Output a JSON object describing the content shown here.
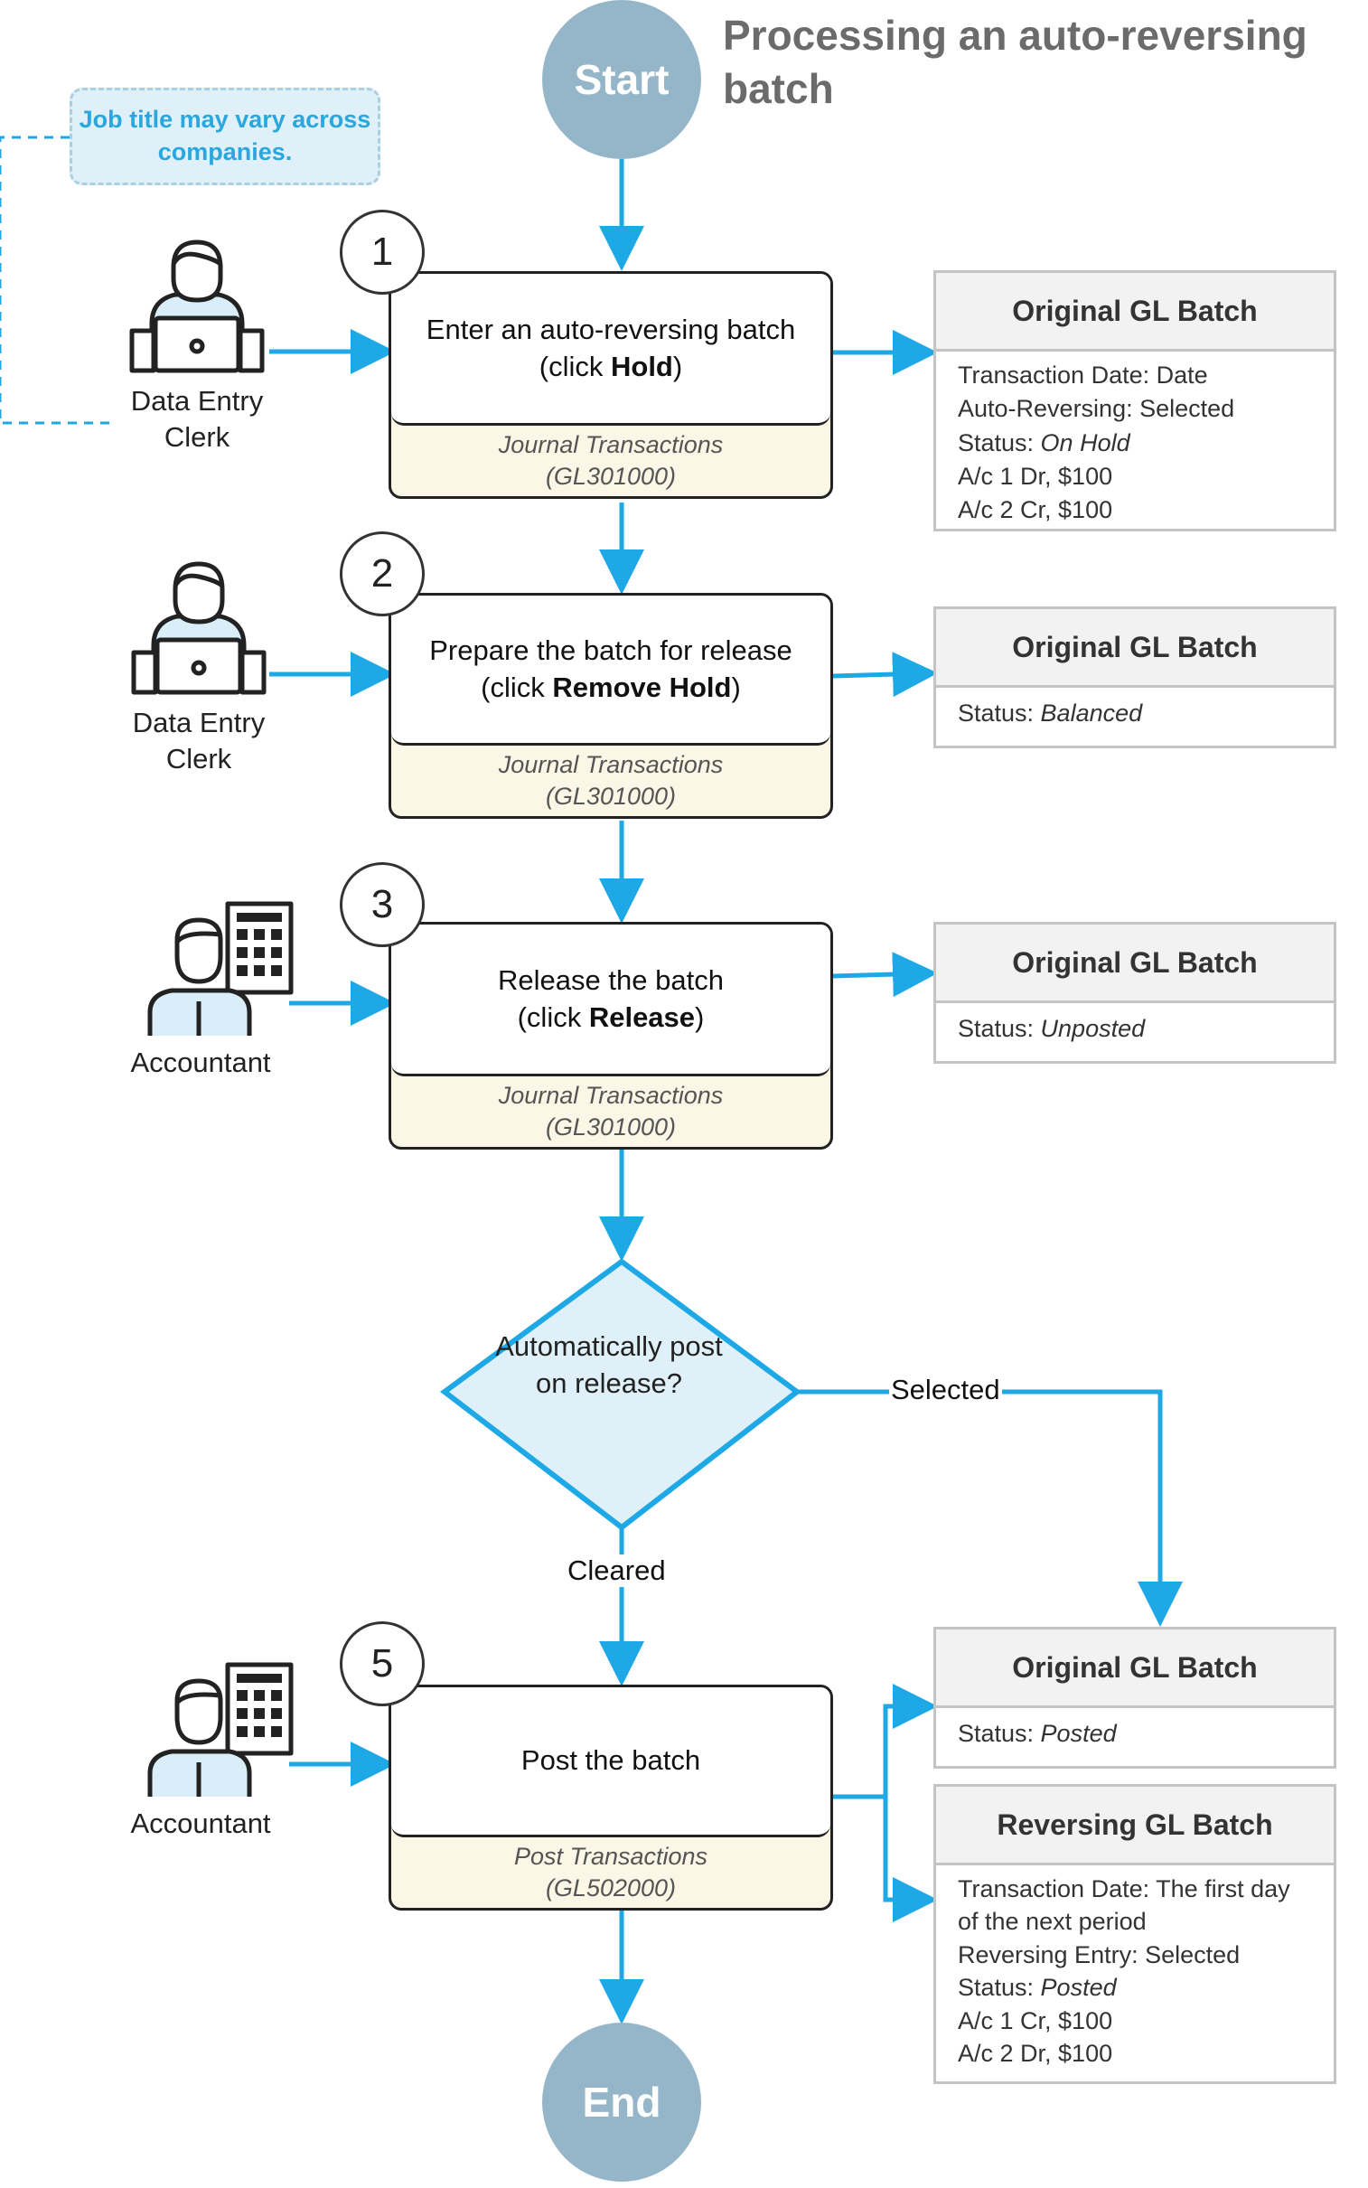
{
  "title": "Processing an auto-reversing batch",
  "start_label": "Start",
  "end_label": "End",
  "note": "Job title may vary across companies.",
  "steps": [
    {
      "number": "1",
      "pre": "Enter an auto-reversing batch",
      "action_pre": "(click ",
      "action_bold": "Hold",
      "action_post": ")",
      "form": "Journal Transactions",
      "form_id": "(GL301000)"
    },
    {
      "number": "2",
      "pre": "Prepare the batch for release",
      "action_pre": "(click ",
      "action_bold": "Remove Hold",
      "action_post": ")",
      "form": "Journal Transactions",
      "form_id": "(GL301000)"
    },
    {
      "number": "3",
      "pre": "Release the batch",
      "action_pre": "(click ",
      "action_bold": "Release",
      "action_post": ")",
      "form": "Journal Transactions",
      "form_id": "(GL301000)"
    },
    {
      "number": "5",
      "pre": "Post the batch",
      "form": "Post Transactions",
      "form_id": "(GL502000)"
    }
  ],
  "actors": [
    {
      "line1": "Data Entry",
      "line2": "Clerk"
    },
    {
      "line1": "Data Entry",
      "line2": "Clerk"
    },
    {
      "line1": "Accountant"
    },
    {
      "line1": "Accountant"
    }
  ],
  "decision": {
    "line1": "Automatically post",
    "line2": "on release?",
    "yes_label": "Selected",
    "no_label": "Cleared"
  },
  "batches": [
    {
      "header": "Original GL Batch",
      "rows": [
        {
          "label": "Transaction Date: ",
          "value": "Date",
          "italic": false
        },
        {
          "label": "Auto-Reversing: ",
          "value": "Selected",
          "italic": false
        },
        {
          "label": "Status: ",
          "value": "On Hold",
          "italic": true
        },
        {
          "label": "A/c 1 Dr, $100",
          "value": "",
          "italic": false
        },
        {
          "label": "A/c 2 Cr, $100",
          "value": "",
          "italic": false
        }
      ]
    },
    {
      "header": "Original GL Batch",
      "rows": [
        {
          "label": "Status: ",
          "value": "Balanced",
          "italic": true
        }
      ]
    },
    {
      "header": "Original GL Batch",
      "rows": [
        {
          "label": "Status: ",
          "value": "Unposted",
          "italic": true
        }
      ]
    },
    {
      "header": "Original GL Batch",
      "rows": [
        {
          "label": "Status: ",
          "value": "Posted",
          "italic": true
        }
      ]
    },
    {
      "header": "Reversing GL Batch",
      "rows": [
        {
          "label": "Transaction Date: The first day",
          "value": "",
          "italic": false
        },
        {
          "label": "of the next period",
          "value": "",
          "italic": false
        },
        {
          "label": "Reversing Entry: ",
          "value": "Selected",
          "italic": false
        },
        {
          "label": "Status: ",
          "value": "Posted",
          "italic": true
        },
        {
          "label": "A/c 1 Cr, $100",
          "value": "",
          "italic": false
        },
        {
          "label": "A/c 2 Dr, $100",
          "value": "",
          "italic": false
        }
      ]
    }
  ],
  "colors": {
    "accent": "#1ea9e6",
    "terminal": "#95b6c9",
    "decision_fill": "#dff0f8",
    "form_fill": "#fbf6e5"
  }
}
